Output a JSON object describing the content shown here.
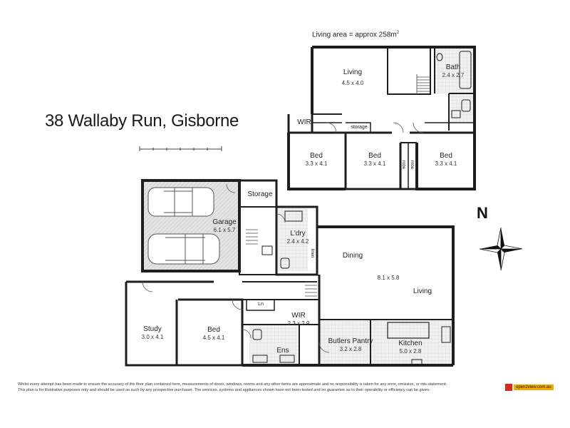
{
  "title": "38 Wallaby Run, Gisborne",
  "living_area": {
    "text": "Living area = approx 258m",
    "unit_sup": "2"
  },
  "compass": {
    "label": "N"
  },
  "rooms": {
    "living_upper": {
      "name": "Living",
      "dims": "4.5 x 4.0"
    },
    "bath": {
      "name": "Bath",
      "dims": "2.4 x 2.7"
    },
    "wir_upper": {
      "name": "WIR"
    },
    "storage_upper": {
      "name": "storage"
    },
    "bed1": {
      "name": "Bed",
      "dims": "3.3 x 4.1"
    },
    "bed2": {
      "name": "Bed",
      "dims": "3.3 x 4.1"
    },
    "bed3": {
      "name": "Bed",
      "dims": "3.3 x 4.1"
    },
    "robe1": {
      "name": "robe"
    },
    "robe2": {
      "name": "robe"
    },
    "garage": {
      "name": "Garage",
      "dims": "6.1 x 5.7"
    },
    "storage": {
      "name": "Storage"
    },
    "laundry": {
      "name": "L'dry",
      "dims": "2.4 x 4.2"
    },
    "linen": {
      "name": "linen"
    },
    "dining": {
      "name": "Dining"
    },
    "living_main": {
      "name": "Living",
      "dims": "8.1 x 5.8"
    },
    "study": {
      "name": "Study",
      "dims": "3.0 x 4.1"
    },
    "bed_main": {
      "name": "Bed",
      "dims": "4.5 x 4.1"
    },
    "lin": {
      "name": "Ln"
    },
    "wir_main": {
      "name": "WIR",
      "dims": "2.3 x 2.9"
    },
    "ens": {
      "name": "Ens"
    },
    "butlers": {
      "name": "Butlers Pantry",
      "dims": "3.2 x 2.8"
    },
    "kitchen": {
      "name": "Kitchen",
      "dims": "5.0 x 2.8"
    }
  },
  "disclaimer": {
    "line1": "Whilst every attempt has been made to ensure the accuracy of the floor plan contained here, measurements of doors, windows, rooms and any other items are approximate and no responsibility is taken for any error, omission, or mis-statement.",
    "line2": "This plan is for illustrative purposes only and should be used as such by any prospective purchaser. The services, systems and appliances shown have not been tested and no guarantee as to their operability or efficiency can be given."
  },
  "logo": {
    "text": "open2view.com.au"
  },
  "colors": {
    "wall": "#1e1e1e",
    "floor_hatch": "#d9d9d9",
    "wet_area": "#e8e8e8"
  }
}
